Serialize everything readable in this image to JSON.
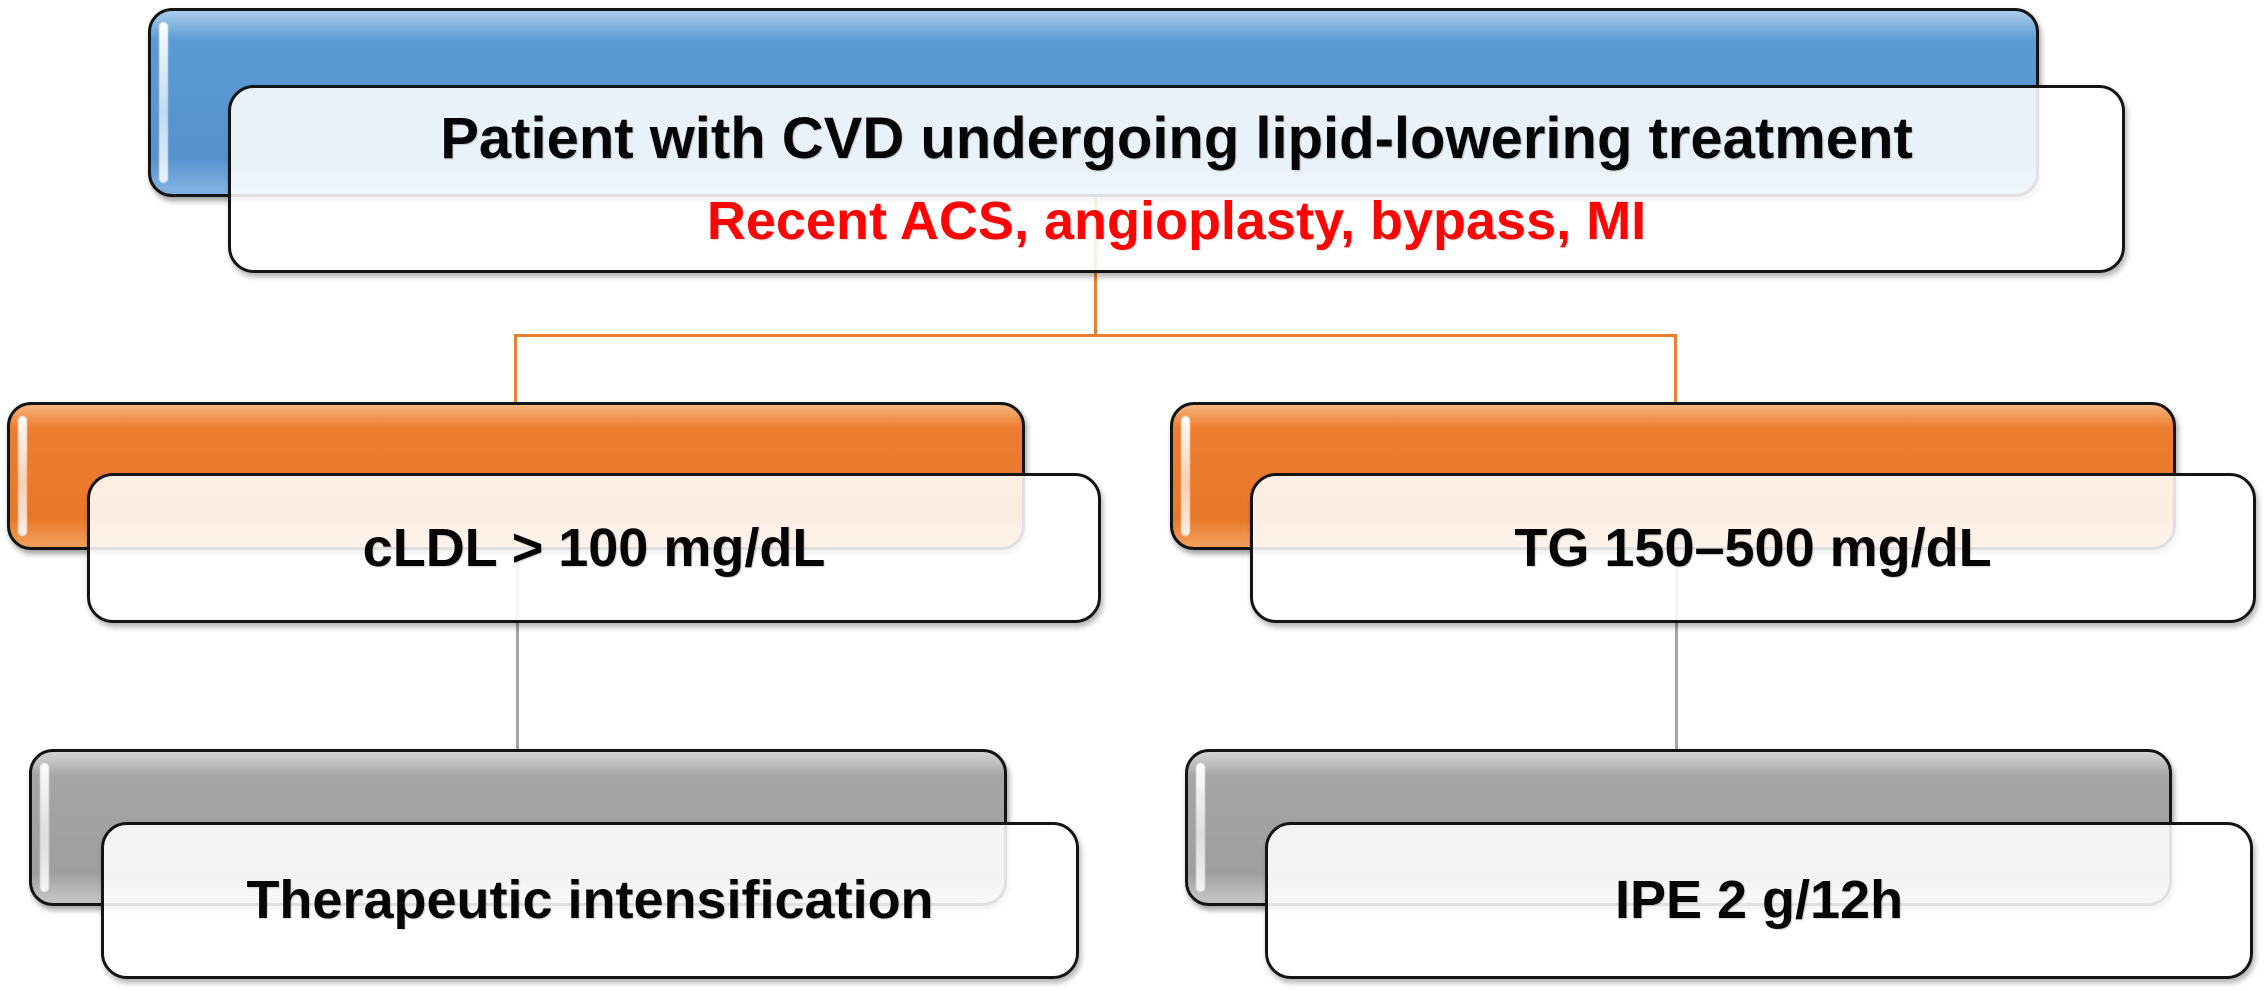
{
  "figure": {
    "type": "flowchart",
    "description": "Lipid-lowering treatment decision flowchart"
  },
  "nodes": {
    "root": {
      "title": "Patient with CVD undergoing lipid-lowering treatment",
      "subtitle": "Recent ACS, angioplasty, bypass, MI"
    },
    "left_condition": {
      "label": "cLDL > 100 mg/dL"
    },
    "right_condition": {
      "label": "TG 150–500 mg/dL"
    },
    "left_action": {
      "label": "Therapeutic intensification"
    },
    "right_action": {
      "label": "IPE 2 g/12h"
    }
  },
  "colors": {
    "node-blue": "#5B9BD5",
    "node-orange": "#ED7D31",
    "node-gray": "#A5A5A5",
    "connector-orange": "#E8812F",
    "connector-gray": "#A6A6A6",
    "subtitle-red": "#FB0505",
    "border-ink": "#141414",
    "panel-white": "rgba(255,255,255,0.87)"
  }
}
